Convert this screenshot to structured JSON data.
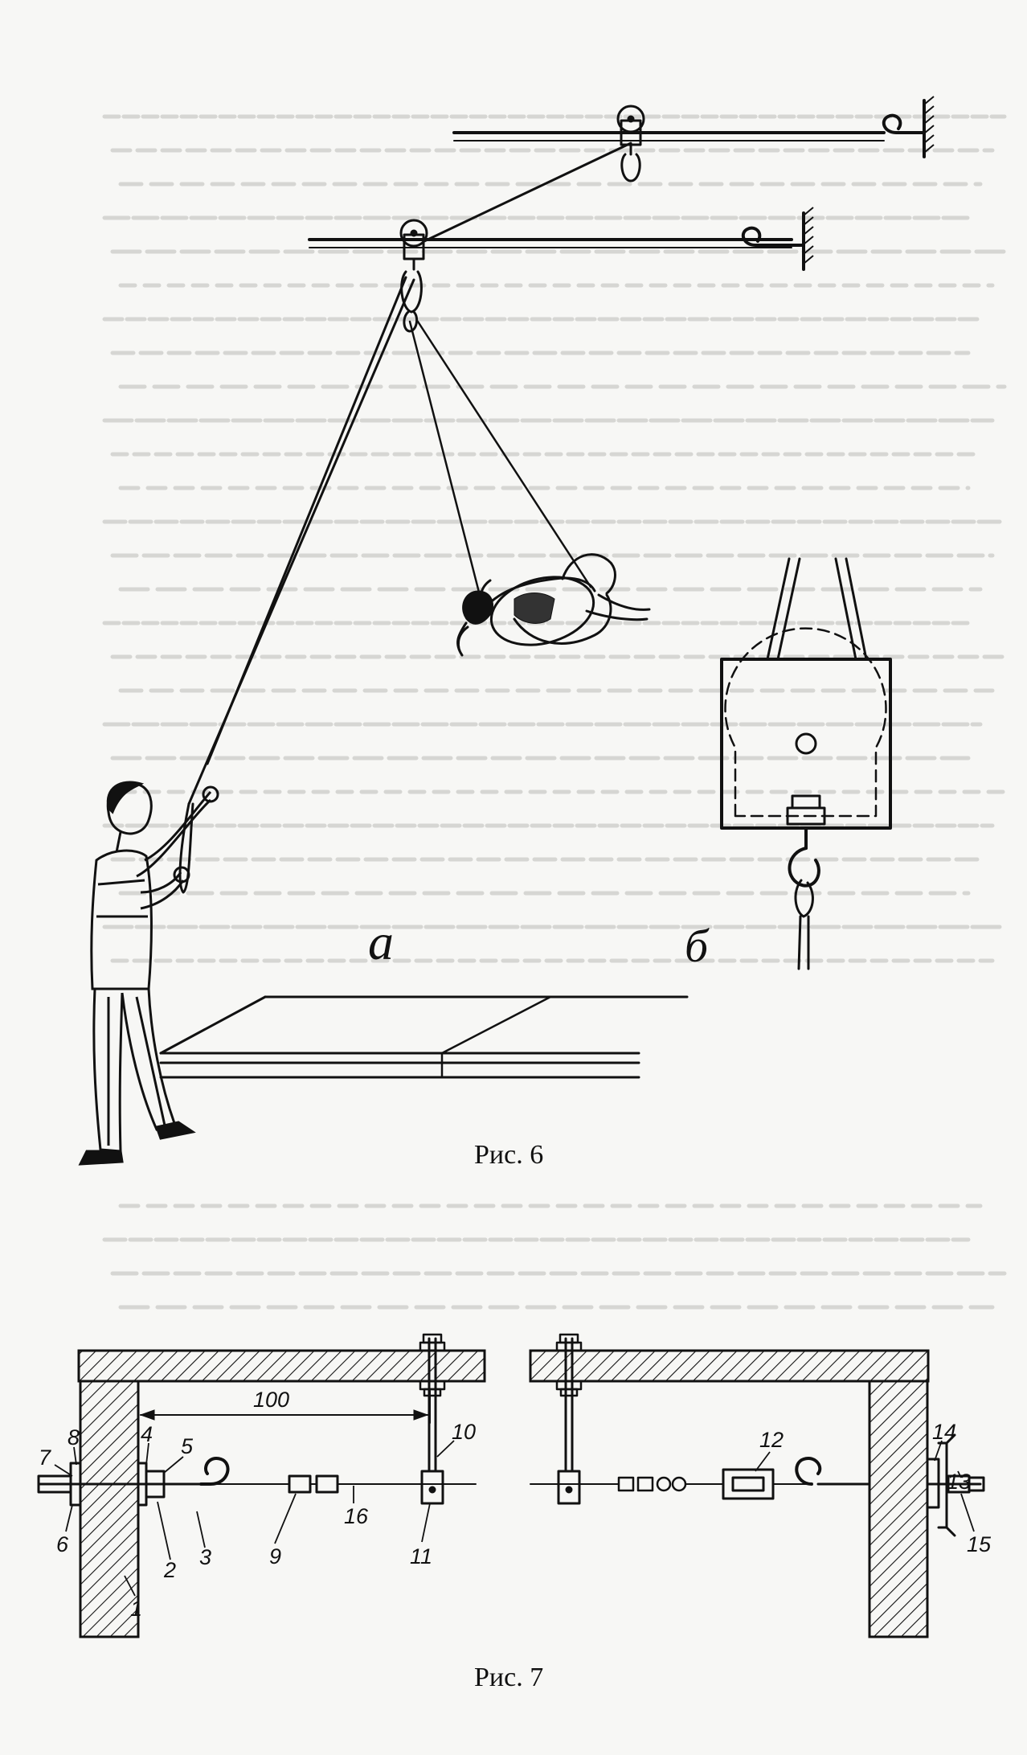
{
  "figure6": {
    "caption": "Рис. 6",
    "panel_a_label": "а",
    "panel_b_label": "б"
  },
  "figure7": {
    "caption": "Рис. 7",
    "dimension_label": "100",
    "part_numbers": {
      "p1": "1",
      "p2": "2",
      "p3": "3",
      "p4": "4",
      "p5": "5",
      "p6": "6",
      "p7": "7",
      "p8": "8",
      "p9": "9",
      "p10": "10",
      "p11": "11",
      "p12": "12",
      "p13": "13",
      "p14": "14",
      "p15": "15",
      "p16": "16"
    }
  }
}
